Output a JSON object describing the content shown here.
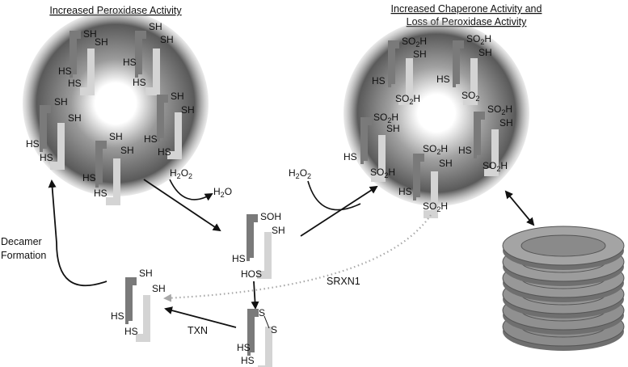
{
  "titles": {
    "left": "Increased Peroxidase Activity",
    "right_line1": "Increased Chaperone Activity and",
    "right_line2": "Loss of Peroxidase Activity"
  },
  "labels": {
    "sh": "SH",
    "hs": "HS",
    "so2h_prefix": "SO",
    "so2h_sub": "2",
    "so2h_suffix": "H",
    "so2_prefix": "SO",
    "so2_sub": "2",
    "soh": "SOH",
    "hos": "HOS",
    "s": "S",
    "h2o2_h": "H",
    "h2o2_sub": "2",
    "h2o2_o": "O",
    "h2o2_sub2": "2",
    "h2o_h": "H",
    "h2o_sub": "2",
    "h2o_o": "O",
    "srxn1": "SRXN1",
    "txn": "TXN",
    "decamer_line1": "Decamer",
    "decamer_line2": "Formation"
  },
  "colors": {
    "dark_bar": "#7a7a7a",
    "light_bar": "#d4d4d4",
    "ring_outer": "#4a4a4a",
    "arrow": "#111111",
    "dotted_arrow": "#a8a8a8"
  },
  "icons": [
    "double-headed-arrow-icon",
    "stacked-rings-icon"
  ]
}
